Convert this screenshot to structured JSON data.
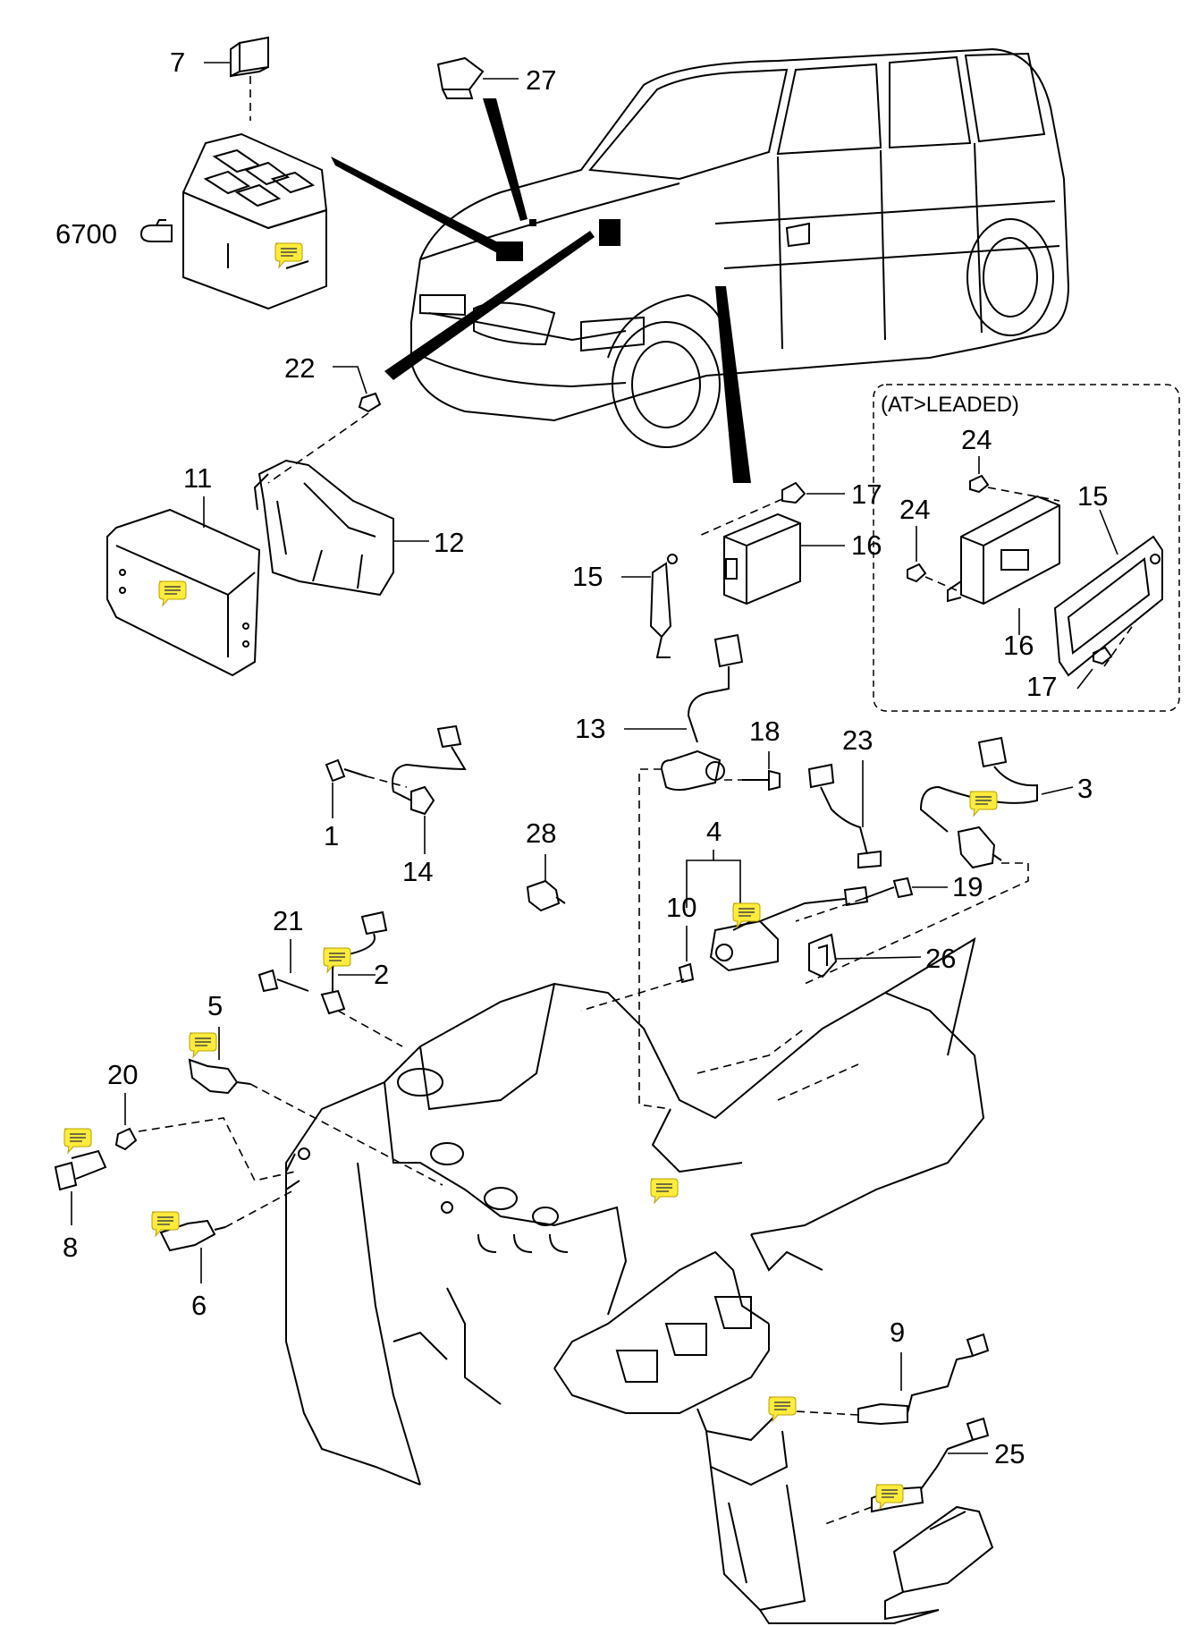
{
  "labels": {
    "p7": "7",
    "p27": "27",
    "p6700": "6700",
    "p22": "22",
    "p11": "11",
    "p12": "12",
    "p17a": "17",
    "p16a": "16",
    "p15a": "15",
    "p13": "13",
    "p18": "18",
    "p23": "23",
    "p3": "3",
    "p1": "1",
    "p14": "14",
    "p28": "28",
    "p4": "4",
    "p10": "10",
    "p19": "19",
    "p26": "26",
    "p21": "21",
    "p2": "2",
    "p5": "5",
    "p20": "20",
    "p8": "8",
    "p6": "6",
    "p9": "9",
    "p25": "25"
  },
  "inset": {
    "title": "(AT>LEADED)",
    "p24a": "24",
    "p24b": "24",
    "p15": "15",
    "p16": "16",
    "p17": "17"
  },
  "colors": {
    "note_marker": "#ffeb3b",
    "line": "#000000"
  },
  "note_icon": "comment-note-icon"
}
